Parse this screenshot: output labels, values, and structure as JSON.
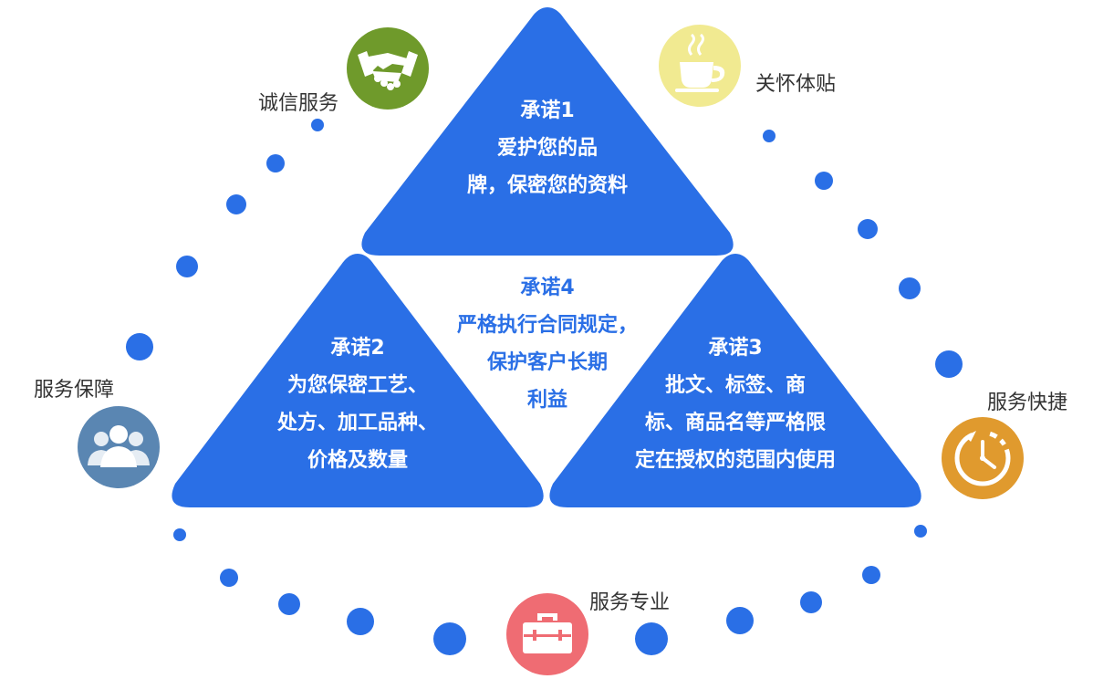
{
  "colors": {
    "triangle": "#2a6fe6",
    "dot": "#2a6fe6",
    "center_text": "#2a6fe6",
    "label_text": "#333333",
    "handshake_circle": "#6f9a2b",
    "cup_circle": "#f1ea91",
    "people_circle": "#5a86b2",
    "clock_circle": "#e09a2e",
    "briefcase_circle": "#ef6c73"
  },
  "promises": {
    "p1": {
      "title": "承诺1",
      "lines": [
        "爱护您的品",
        "牌，保密您的资料"
      ]
    },
    "p2": {
      "title": "承诺2",
      "lines": [
        "为您保密工艺、",
        "处方、加工品种、",
        "价格及数量"
      ]
    },
    "p3": {
      "title": "承诺3",
      "lines": [
        "批文、标签、商",
        "标、商品名等严格限",
        "定在授权的范围内使用"
      ]
    },
    "p4": {
      "title": "承诺4",
      "lines": [
        "严格执行合同规定，",
        "保护客户长期",
        "利益"
      ]
    }
  },
  "services": {
    "honest": {
      "label": "诚信服务",
      "icon": "handshake-icon"
    },
    "care": {
      "label": "关怀体贴",
      "icon": "coffee-cup-icon"
    },
    "guarantee": {
      "label": "服务保障",
      "icon": "people-icon"
    },
    "fast": {
      "label": "服务快捷",
      "icon": "clock-icon"
    },
    "professional": {
      "label": "服务专业",
      "icon": "briefcase-icon"
    }
  }
}
